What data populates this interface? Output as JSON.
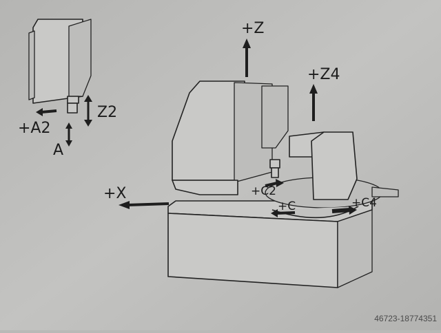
{
  "labels": {
    "z": "+Z",
    "z4": "+Z4",
    "z2": "Z2",
    "a2": "+A2",
    "a": "A",
    "x": "+X",
    "c2": "+C2",
    "c": "+C",
    "c4": "+C4"
  },
  "watermark": "46723-18774351"
}
